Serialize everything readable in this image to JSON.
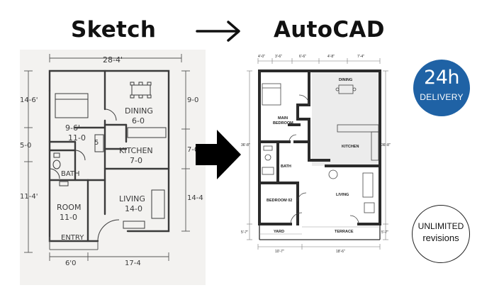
{
  "headings": {
    "left": "Sketch",
    "right": "AutoCAD"
  },
  "sketch": {
    "dims": {
      "top": "28-4'",
      "left_1": "14-6'",
      "left_2": "5-0",
      "left_3": "11-4'",
      "right_1": "9-0",
      "right_2": "7-0",
      "right_3": "14-4",
      "bottom_1": "6'0",
      "bottom_2": "17-4"
    },
    "rooms": {
      "bedroom": "9-6'\n11-0",
      "dining": [
        "DINING",
        "6-0"
      ],
      "closet": "5",
      "kitchen": [
        "KITCHEN",
        "7-0"
      ],
      "bath": "BATH",
      "room": [
        "ROOM",
        "11-0"
      ],
      "living": [
        "LIVING",
        "14-0"
      ],
      "entry": "ENTRY"
    }
  },
  "cad": {
    "dims": {
      "top": [
        "4'-0\"",
        "3'-6\"",
        "6'-6\"",
        "4'-8\"",
        "7'-4\""
      ],
      "left": "36'-8\"",
      "right": "36'-8\"",
      "left_small": "5'-7\"",
      "right_small": "5'-7\"",
      "bottom_1": "10'-7\"",
      "bottom_2": "18'-6\""
    },
    "rooms": {
      "main_bedroom": [
        "MAIN",
        "BEDROOM"
      ],
      "dining": "DINING",
      "kitchen": "KITCHEN",
      "bath": "BATH",
      "living": "LIVING",
      "bedroom02": "BEDROOM 02",
      "yard": "YARD",
      "terrace": "TERRACE"
    }
  },
  "badges": {
    "delivery": {
      "big": "24h",
      "small": "DELIVERY"
    },
    "revisions": {
      "line1": "UNLIMITED",
      "line2": "revisions"
    }
  },
  "colors": {
    "badge_blue": "#1f62a5",
    "sketch_bg": "#f3f2f0",
    "wall": "#2b2b2b"
  },
  "icons": [
    "right-arrow-icon",
    "bold-right-arrow-icon"
  ]
}
